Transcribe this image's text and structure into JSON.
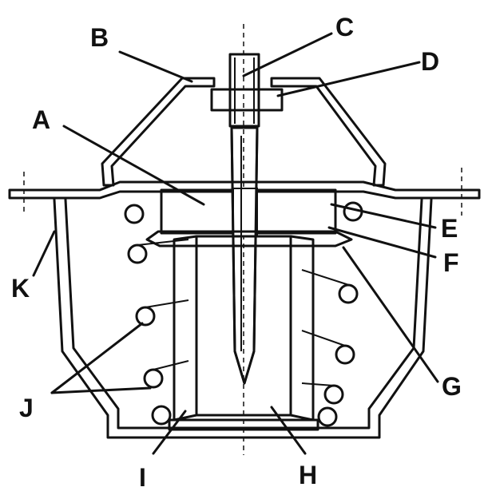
{
  "labels": {
    "a": "A",
    "b": "B",
    "c": "C",
    "d": "D",
    "e": "E",
    "f": "F",
    "g": "G",
    "h": "H",
    "i": "I",
    "j": "J",
    "k": "K"
  },
  "colors": {
    "ink": "#111111",
    "paper": "#ffffff",
    "wax": "#1a1a1a"
  }
}
